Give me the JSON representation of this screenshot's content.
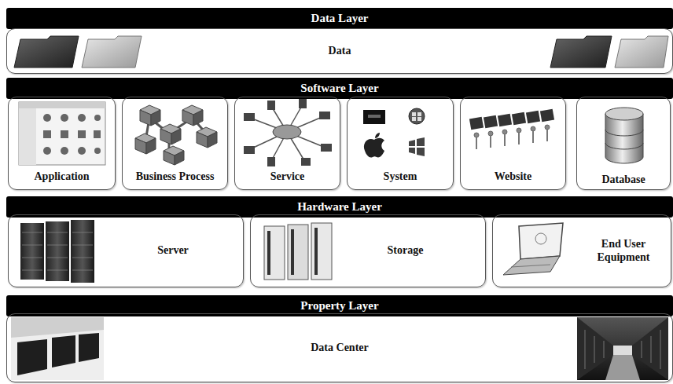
{
  "diagram": {
    "nodes": [
      {
        "text": [
          "Data Layer"
        ]
      },
      {
        "text": [
          "Data"
        ]
      },
      {
        "text": [
          "Software Layer"
        ]
      },
      {
        "text": [
          "Application"
        ]
      },
      {
        "text": [
          "Business Process"
        ]
      },
      {
        "text": [
          "Service"
        ]
      },
      {
        "text": [
          "System"
        ]
      },
      {
        "text": [
          "Website"
        ]
      },
      {
        "text": [
          "Database"
        ]
      },
      {
        "text": [
          "Hardware Layer"
        ]
      },
      {
        "text": [
          "Server"
        ]
      },
      {
        "text": [
          "Storage"
        ]
      },
      {
        "text": [
          "End User Equipment"
        ]
      },
      {
        "text": [
          "Property Layer"
        ]
      },
      {
        "text": [
          "Data Center"
        ]
      }
    ]
  }
}
